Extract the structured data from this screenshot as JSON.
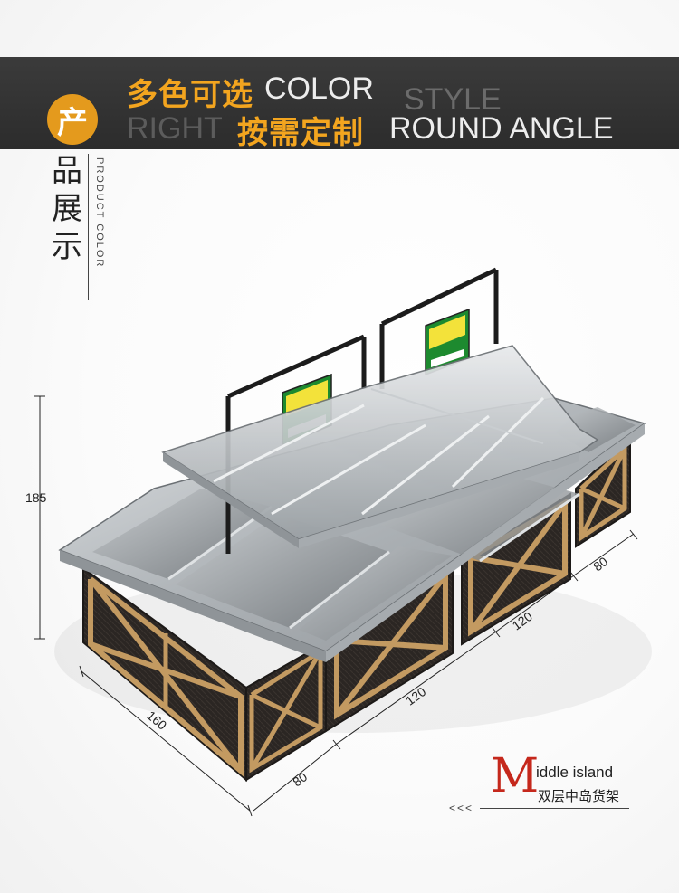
{
  "banner": {
    "line1_cn": "多色可选",
    "line1_en": "COLOR",
    "line1_en_faded": "STYLE",
    "line2_en_faded": "RIGHT",
    "line2_cn": "按需定制",
    "line2_en": "ROUND ANGLE"
  },
  "section": {
    "badge_char": "产",
    "title_chars": [
      "品",
      "展",
      "示"
    ],
    "subtitle": "PRODUCT COLOR"
  },
  "dimensions": {
    "height": "185",
    "depth": "160",
    "end_width_front": "80",
    "middle_width_1": "120",
    "middle_width_2": "120",
    "end_width_back": "80"
  },
  "product": {
    "title_initial": "M",
    "title_rest": "iddle island",
    "subtitle_cn": "双层中岛货架",
    "arrows": "<<<"
  },
  "colors": {
    "banner_bg": "#2f2f2f",
    "accent_orange": "#f3a51f",
    "badge_orange": "#e49a1d",
    "brand_red": "#c5281c",
    "wood": "#c39a61",
    "panel_dark": "#2b2623",
    "steel": "#b9bec2"
  }
}
